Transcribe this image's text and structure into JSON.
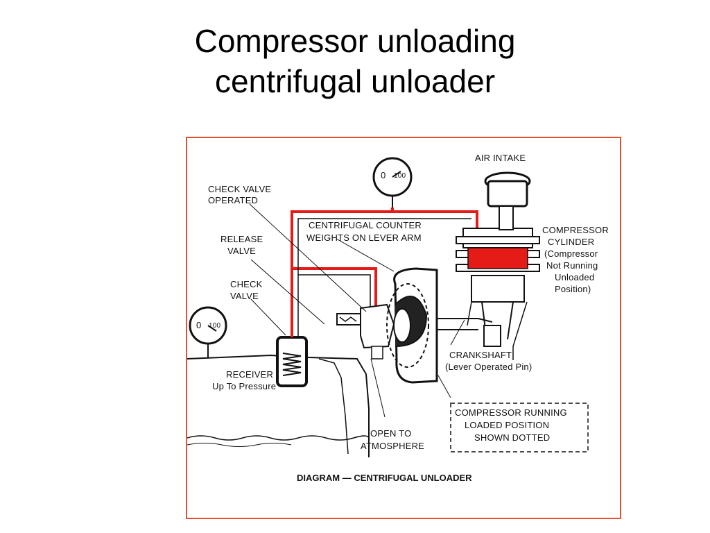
{
  "slide": {
    "title_line1": "Compressor unloading",
    "title_line2": "centrifugal unloader"
  },
  "diagram": {
    "labels": {
      "air_intake": "AIR INTAKE",
      "check_valve_operated_1": "CHECK VALVE",
      "check_valve_operated_2": "OPERATED",
      "release_valve_1": "RELEASE",
      "release_valve_2": "VALVE",
      "check_valve_1": "CHECK",
      "check_valve_2": "VALVE",
      "centrifugal_1": "CENTRIFUGAL COUNTER",
      "centrifugal_2": "WEIGHTS ON LEVER ARM",
      "compressor_cylinder_1": "COMPRESSOR",
      "compressor_cylinder_2": "CYLINDER",
      "compressor_cylinder_3": "(Compressor",
      "compressor_cylinder_4": "Not Running",
      "compressor_cylinder_5": "Unloaded",
      "compressor_cylinder_6": "Position)",
      "crankshaft_1": "CRANKSHAFT",
      "crankshaft_2": "(Lever Operated Pin)",
      "receiver_1": "RECEIVER",
      "receiver_2": "Up To Pressure",
      "open_to_1": "OPEN TO",
      "open_to_2": "ATMOSPHERE",
      "running_1": "COMPRESSOR RUNNING",
      "running_2": "LOADED POSITION",
      "running_3": "SHOWN DOTTED",
      "gauge_top_0": "0",
      "gauge_top_100": "100",
      "gauge_left_0": "0",
      "gauge_left_100": "100"
    },
    "caption": "DIAGRAM — CENTRIFUGAL UNLOADER"
  },
  "colors": {
    "frame_border": "#e8502a",
    "air_line_red": "#e41b17",
    "ink": "#111111"
  }
}
